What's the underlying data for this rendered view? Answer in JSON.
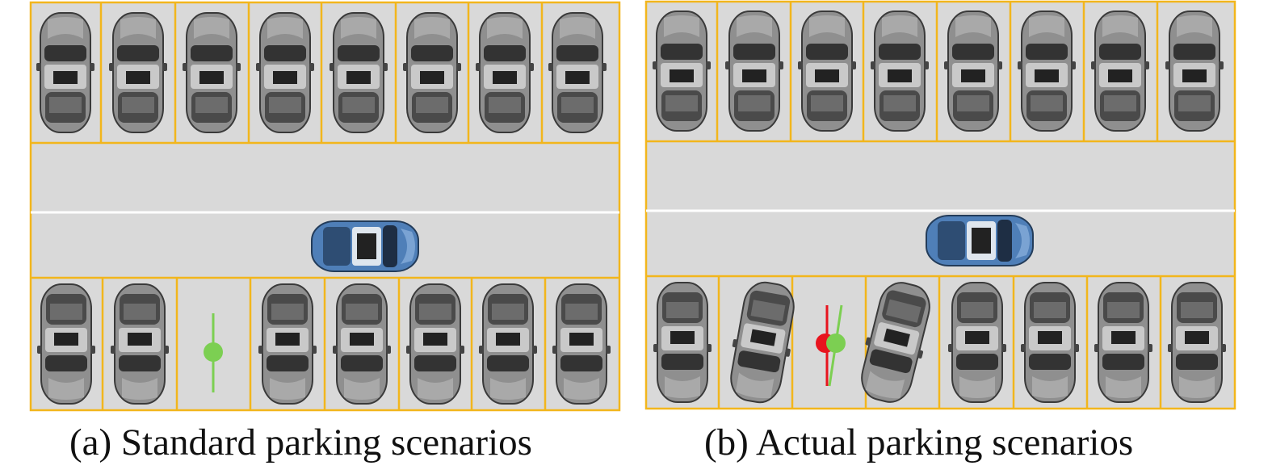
{
  "panels": [
    {
      "id": "a",
      "caption": "(a) Standard parking scenarios",
      "top_row_cars": 8,
      "bottom_row_cars": [
        1,
        1,
        0,
        1,
        1,
        1,
        1,
        1
      ],
      "target_slot_index": 2,
      "target_marker": {
        "dot": "green",
        "heading_line": "green",
        "aligned": true
      }
    },
    {
      "id": "b",
      "caption": "(b) Actual parking scenarios",
      "top_row_cars": 8,
      "bottom_row_cars": [
        1,
        1,
        0,
        1,
        1,
        1,
        1,
        1
      ],
      "target_slot_index": 2,
      "tilted_neighbors": [
        1,
        3
      ],
      "target_marker": {
        "dot": "green",
        "heading_line": "green",
        "reference_dot": "red",
        "reference_line": "red",
        "aligned": false
      }
    }
  ],
  "colors": {
    "slot_line": "#f2b61c",
    "ground": "#d9d9d9",
    "lane_divider": "#ffffff",
    "parked_car": "#8f8f8f",
    "ego_car": "#4f7fb8",
    "marker_green": "#7ccf52",
    "marker_red": "#e8141e"
  }
}
